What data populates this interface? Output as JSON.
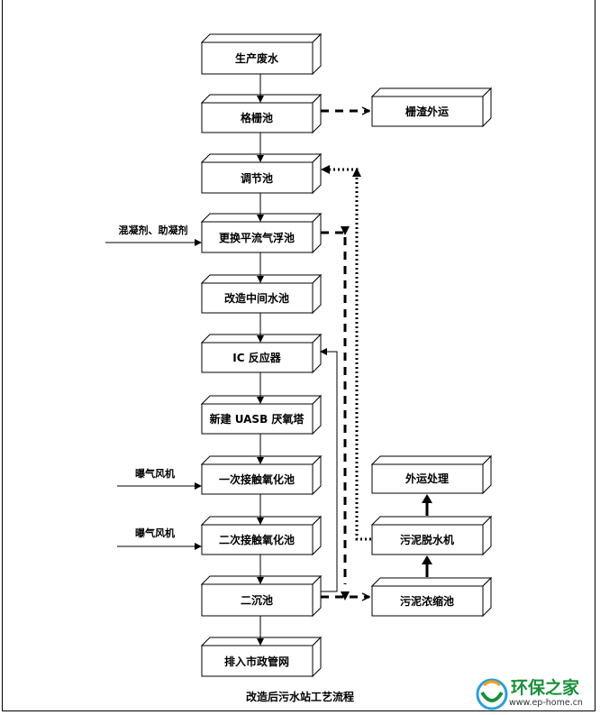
{
  "nodes": {
    "wastewater": "生产废水",
    "screen": "格栅池",
    "screen_transport": "栅渣外运",
    "equalization": "调节池",
    "air_flotation": "更换平流气浮池",
    "intermediate": "改造中间水池",
    "ic_reactor": "IC 反应器",
    "uasb": "新建 UASB 厌氧塔",
    "oxidation1": "一次接触氧化池",
    "oxidation2": "二次接触氧化池",
    "sedimentation": "二沉池",
    "discharge": "排入市政管网",
    "disposal": "外运处理",
    "dewatering": "污泥脱水机",
    "thickener": "污泥浓缩池"
  },
  "inputs": {
    "coagulant": "混凝剂、助凝剂",
    "blower1": "曝气风机",
    "blower2": "曝气风机"
  },
  "caption": "改造后污水站工艺流程",
  "logo": {
    "name": "环保之家",
    "url": "www.ep-home.cn",
    "color": "#1a8f3a"
  }
}
